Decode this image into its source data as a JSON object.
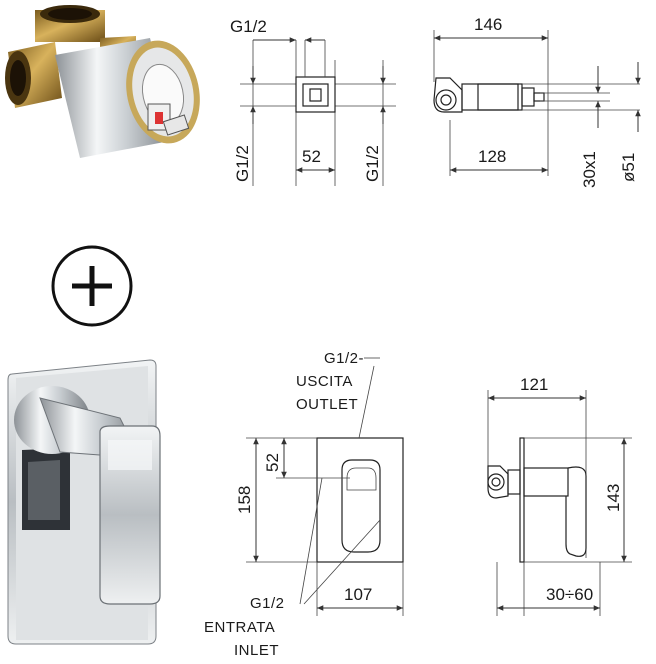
{
  "colors": {
    "line": "#333333",
    "brass": "#b8923a",
    "chrome": "#cfd3d6",
    "background": "#ffffff"
  },
  "icons": {
    "plus": "plus-in-circle-icon"
  },
  "valve_body_top_view": {
    "thread_top": "G1/2",
    "thread_left": "G1/2",
    "thread_right": "G1/2",
    "width": "52"
  },
  "valve_body_side_view": {
    "overall_length": "146",
    "body_length": "128",
    "spindle": "30x1",
    "diameter": "ø51"
  },
  "trim_front_view": {
    "outlet_thread": "G1/2-",
    "outlet_it": "USCITA",
    "outlet_en": "OUTLET",
    "offset": "52",
    "height": "158",
    "inlet_thread": "G1/2",
    "inlet_it": "ENTRATA",
    "inlet_en": "INLET",
    "width": "107"
  },
  "trim_side_view": {
    "overall_length": "121",
    "plate_height": "143",
    "adjust_range": "30÷60"
  }
}
